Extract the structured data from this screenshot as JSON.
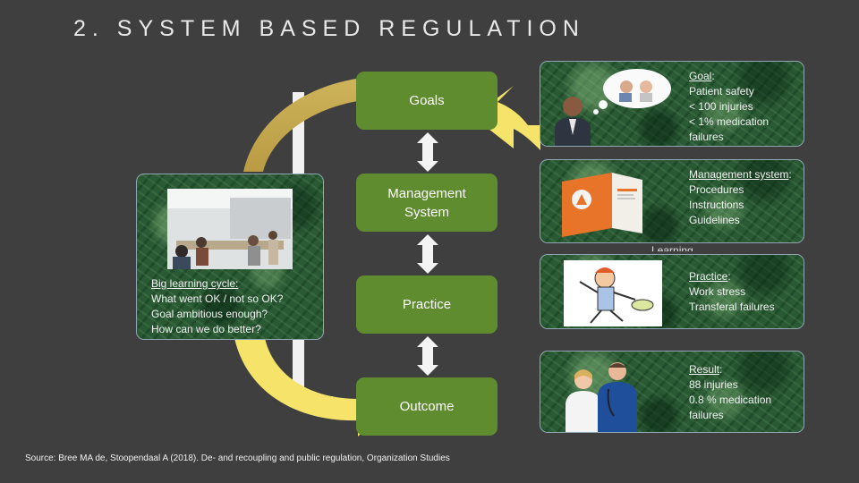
{
  "slide_title": "2. SYSTEM BASED REGULATION",
  "boxes": {
    "goals": "Goals",
    "management_line1": "Management",
    "management_line2": "System",
    "practice": "Practice",
    "outcome": "Outcome"
  },
  "learning_panel": {
    "heading": "Big learning cycle:",
    "lines": [
      "What went OK / not so OK?",
      "Goal ambitious enough?",
      "How can we do better?"
    ]
  },
  "panels": {
    "goal": {
      "label": "Goal",
      "lines": [
        "Patient safety",
        "< 100 injuries",
        "< 1% medication",
        "failures"
      ]
    },
    "management": {
      "label": "Management system",
      "lines": [
        "Procedures",
        "Instructions",
        "Guidelines"
      ]
    },
    "practice": {
      "label": "Practice",
      "lines": [
        "Work stress",
        "Transferal failures"
      ]
    },
    "result": {
      "label": "Result",
      "lines": [
        "88 injuries",
        "0.8 % medication",
        "failures"
      ]
    }
  },
  "learning_fragment": "Learning",
  "source": "Source: Bree MA de, Stoopendaal A (2018). De- and recoupling and public regulation, Organization Studies",
  "colors": {
    "background": "#3f3f3f",
    "box_green": "#5e8c2f",
    "arrow_gold": "#c7ad50",
    "arrow_yellow": "#f6e36a",
    "panel_green": "#2a5a34"
  }
}
